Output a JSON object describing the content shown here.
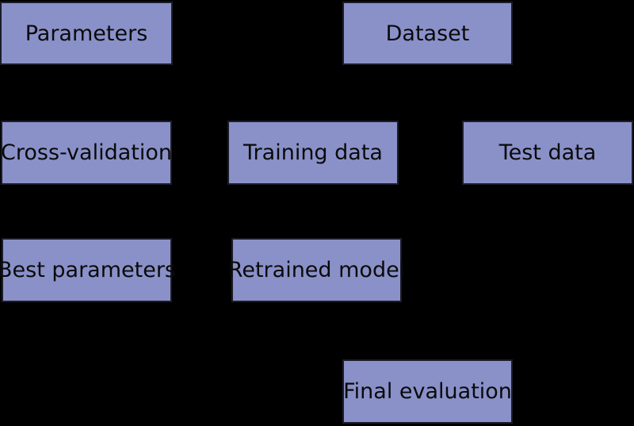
{
  "diagram": {
    "background_color": "#000000",
    "node_fill_color": "#8a91c9",
    "node_border_color": "#1b1d29",
    "node_text_color": "#0a0a0a",
    "nodes": [
      {
        "id": "parameters",
        "label": "Parameters"
      },
      {
        "id": "dataset",
        "label": "Dataset"
      },
      {
        "id": "cross-validation",
        "label": "Cross-validation"
      },
      {
        "id": "training-data",
        "label": "Training data"
      },
      {
        "id": "test-data",
        "label": "Test data"
      },
      {
        "id": "best-parameters",
        "label": "Best parameters"
      },
      {
        "id": "retrained-model",
        "label": "Retrained model"
      },
      {
        "id": "final-evaluation",
        "label": "Final evaluation"
      }
    ]
  }
}
